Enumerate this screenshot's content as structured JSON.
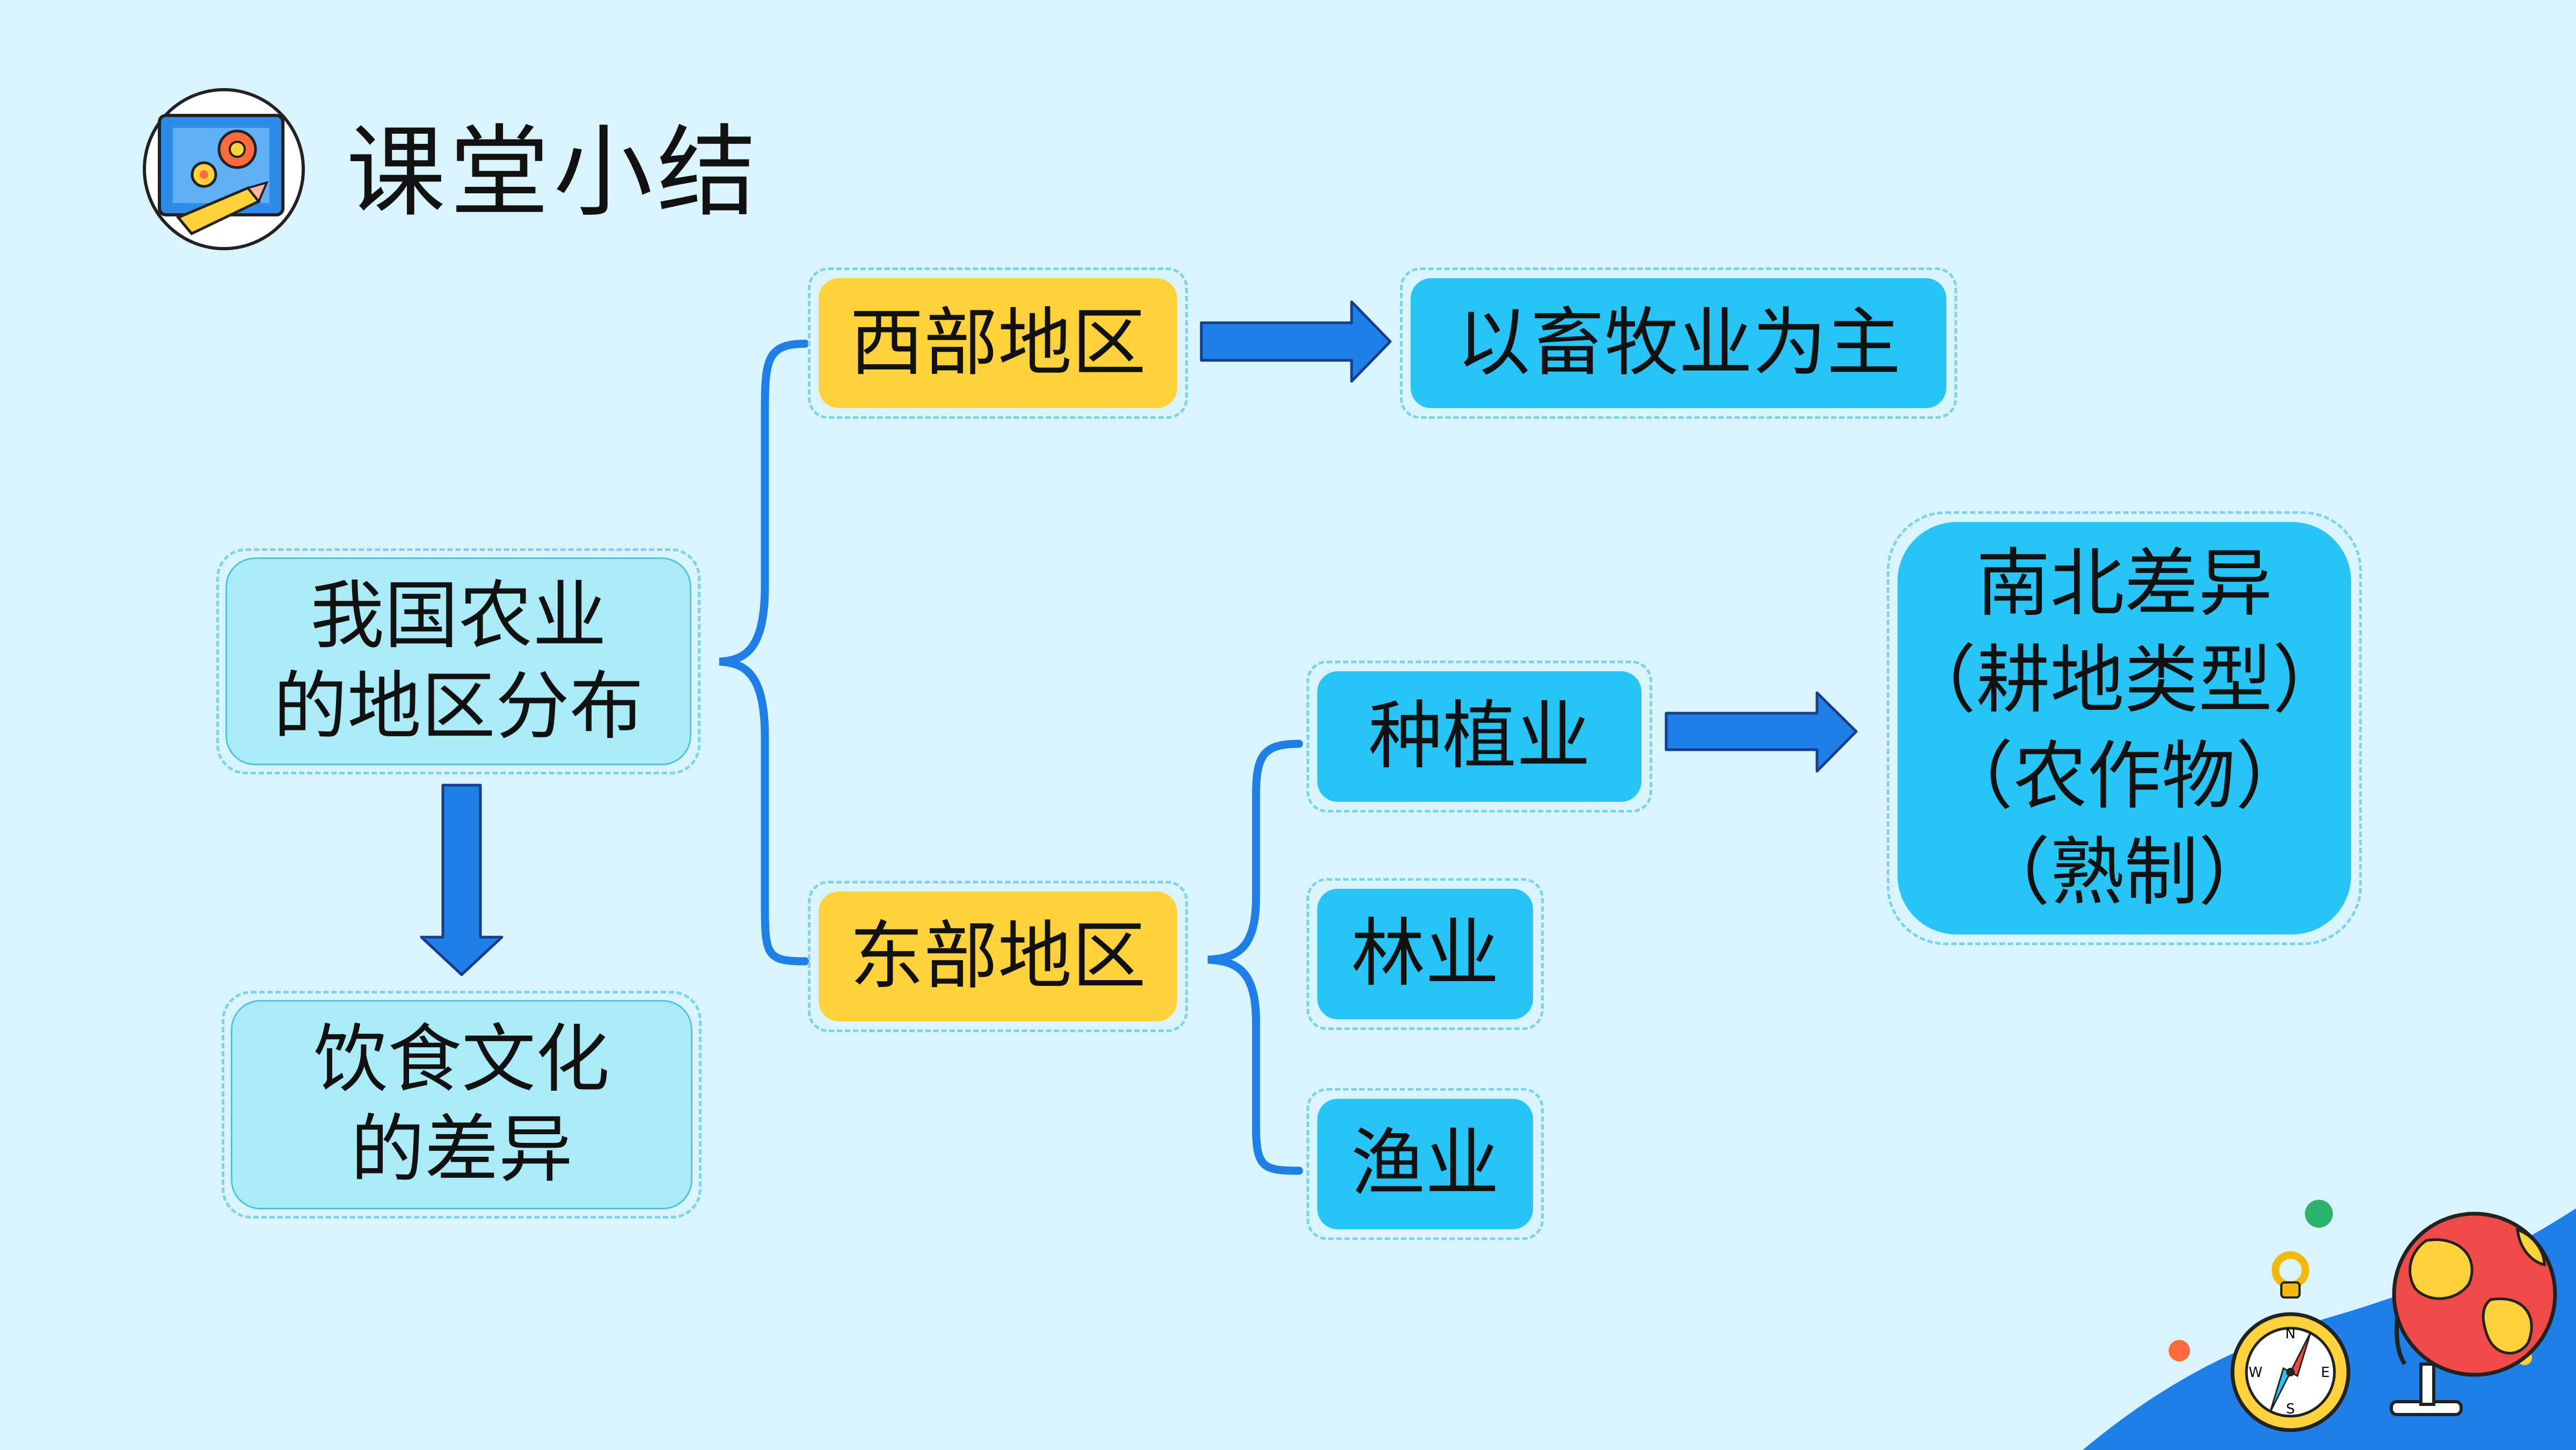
{
  "page": {
    "title": "课堂小结"
  },
  "nodes": {
    "root": {
      "lines": [
        "我国农业",
        "的地区分布"
      ]
    },
    "food": {
      "lines": [
        "饮食文化",
        "的差异"
      ]
    },
    "west": {
      "label": "西部地区"
    },
    "east": {
      "label": "东部地区"
    },
    "west_result": {
      "label": "以畜牧业为主"
    },
    "crop": {
      "label": "种植业"
    },
    "forest": {
      "label": "林业"
    },
    "fish": {
      "label": "渔业"
    },
    "ns": {
      "lines": [
        "南北差异",
        "（耕地类型）",
        "（农作物）",
        "（熟制）"
      ]
    }
  },
  "colors": {
    "background": "#d9f4fd",
    "pale_node": "#aaebf7",
    "yellow_node": "#ffd23c",
    "blue_node": "#28c4f6",
    "connector": "#1f7fe6",
    "dashed_outline": "#7fd3e9"
  },
  "compass_letters": [
    "N",
    "E",
    "S",
    "W"
  ]
}
